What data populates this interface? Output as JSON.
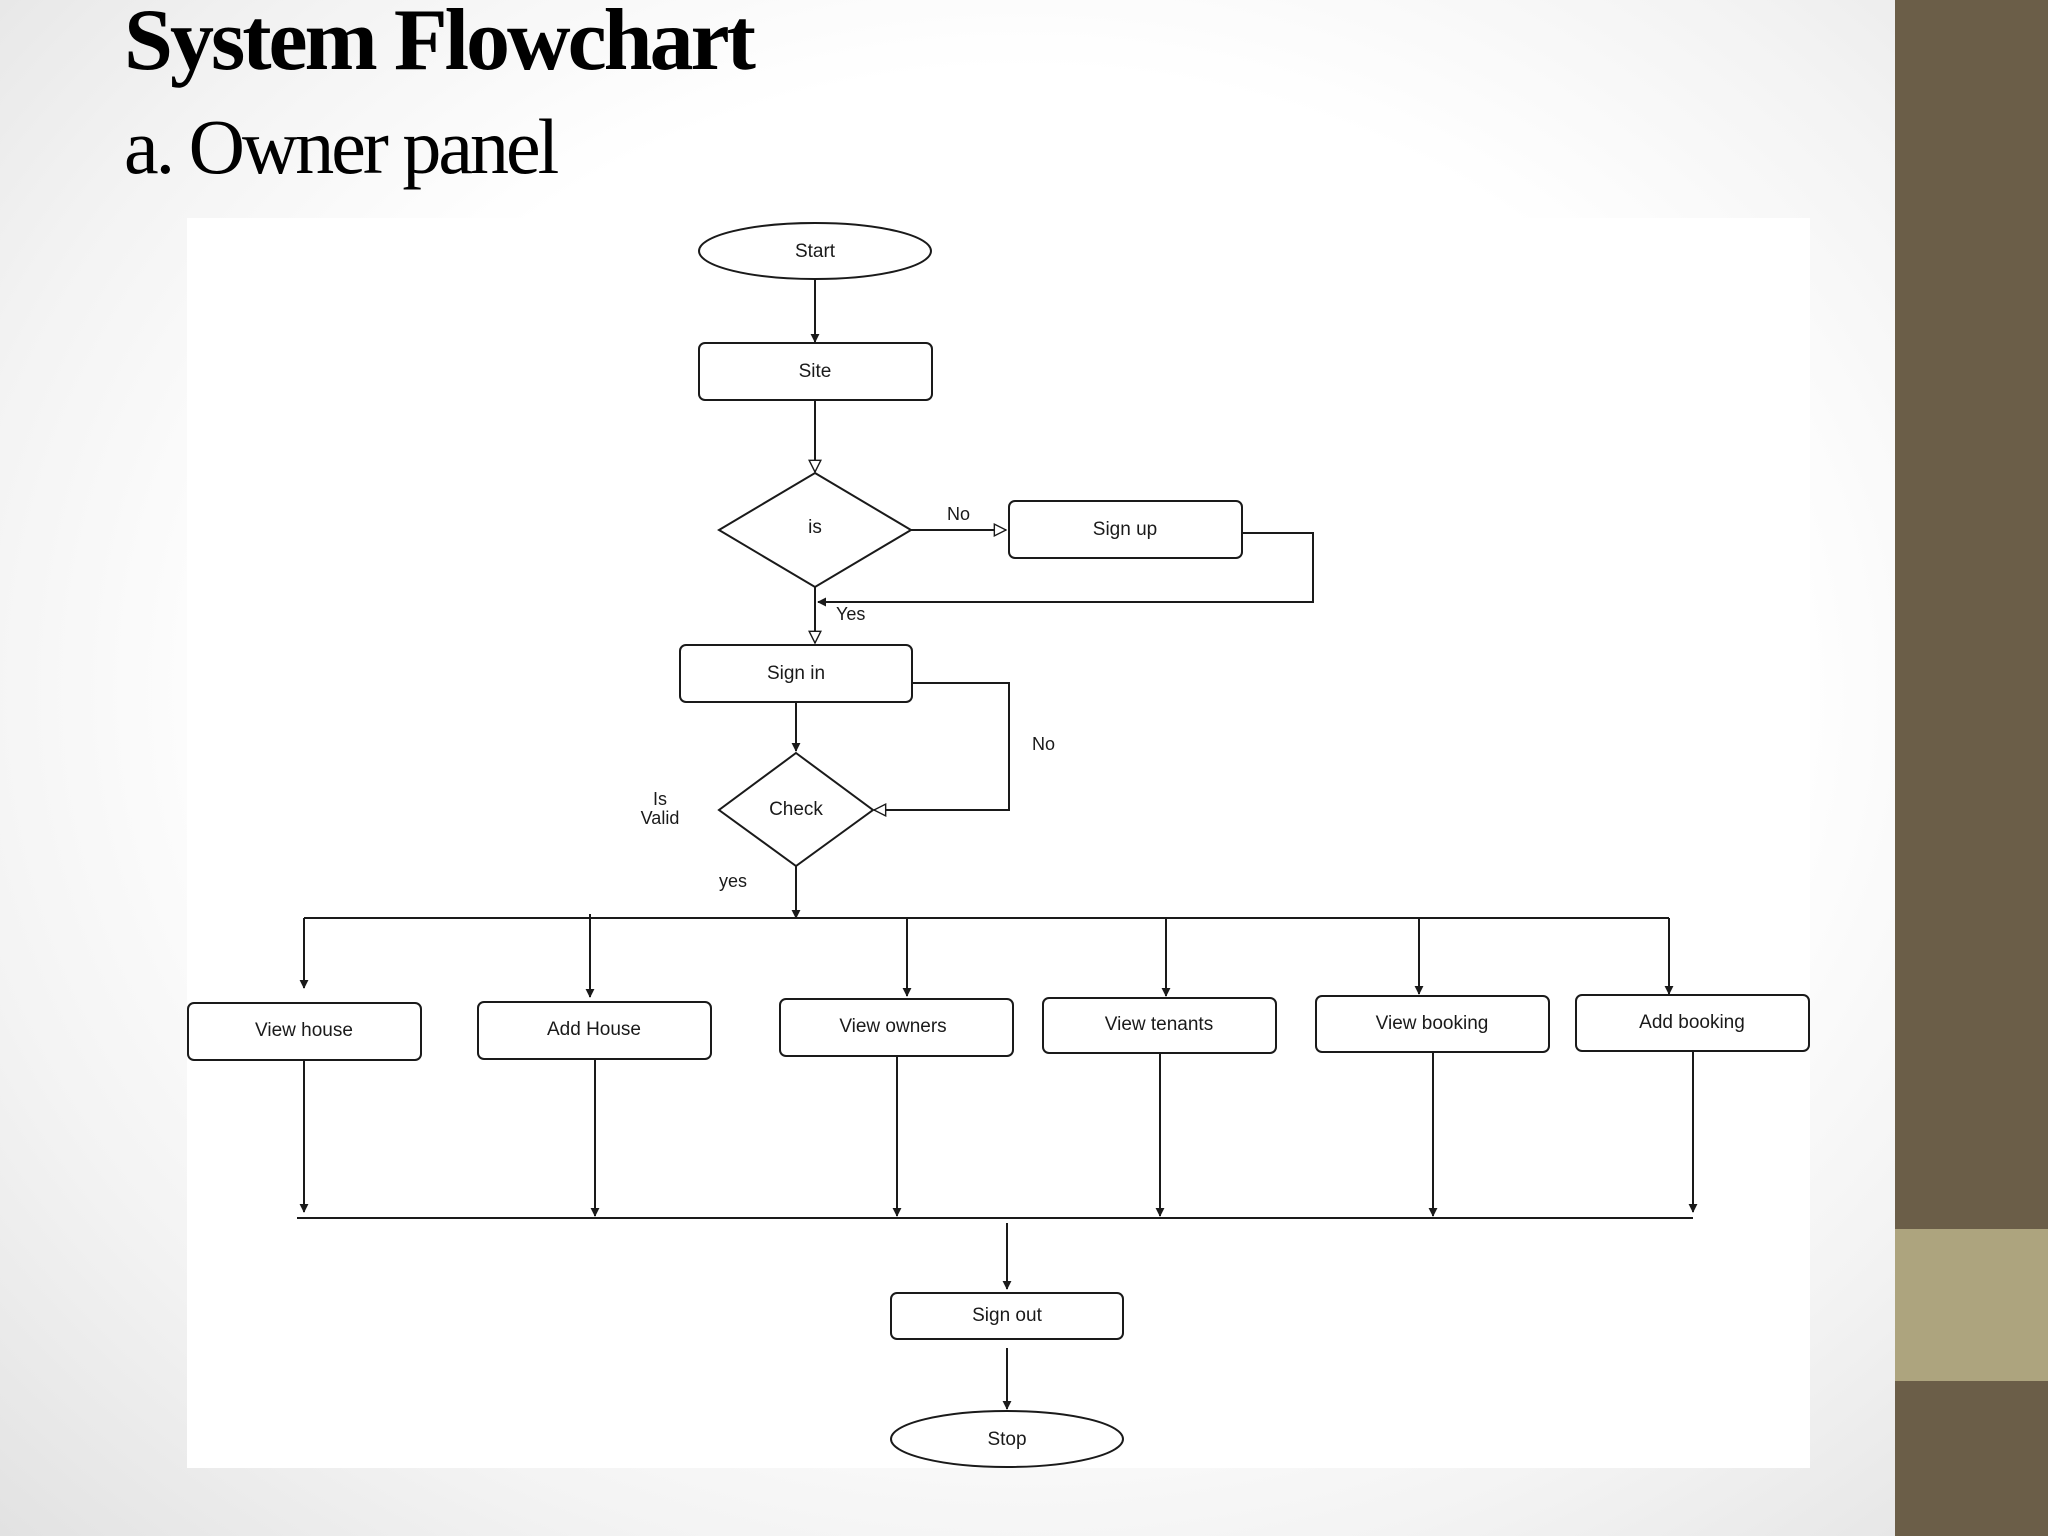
{
  "slide": {
    "title": "System Flowchart",
    "subtitle": "a. Owner panel"
  },
  "colors": {
    "side_bar": "#6b5e48",
    "side_bar_accent": "#ada47e",
    "diagram_background": "#ffffff",
    "stroke": "#1a1a1a"
  },
  "diagram": {
    "nodes": {
      "start": "Start",
      "site": "Site",
      "is_decision": "is",
      "sign_up": "Sign up",
      "sign_in": "Sign in",
      "check_decision": "Check",
      "view_house": "View house",
      "add_house": "Add House",
      "view_owners": "View owners",
      "view_tenants": "View tenants",
      "view_booking": "View booking",
      "add_booking": "Add booking",
      "sign_out": "Sign out",
      "stop": "Stop"
    },
    "labels": {
      "is_no": "No",
      "is_yes": "Yes",
      "check_no": "No",
      "check_yes": "yes",
      "is_valid_line1": "Is",
      "is_valid_line2": "Valid"
    }
  }
}
